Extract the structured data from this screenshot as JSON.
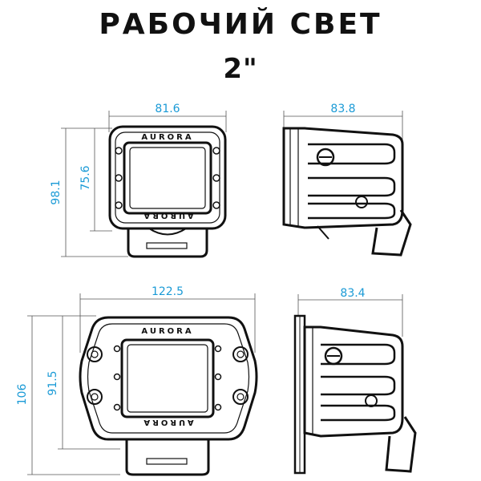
{
  "header": {
    "title": "РАБОЧИЙ СВЕТ",
    "subtitle": "2\""
  },
  "brand_text": "AURORA",
  "views": {
    "top_front": {
      "width": "81.6",
      "height_outer": "98.1",
      "height_inner": "75.6"
    },
    "top_side": {
      "depth": "83.8"
    },
    "bottom_front": {
      "width": "122.5",
      "height_outer": "106",
      "height_inner": "91.5"
    },
    "bottom_side": {
      "depth": "83.4"
    }
  },
  "colors": {
    "dimension_text": "#1a9ad6",
    "ink": "#111111"
  }
}
